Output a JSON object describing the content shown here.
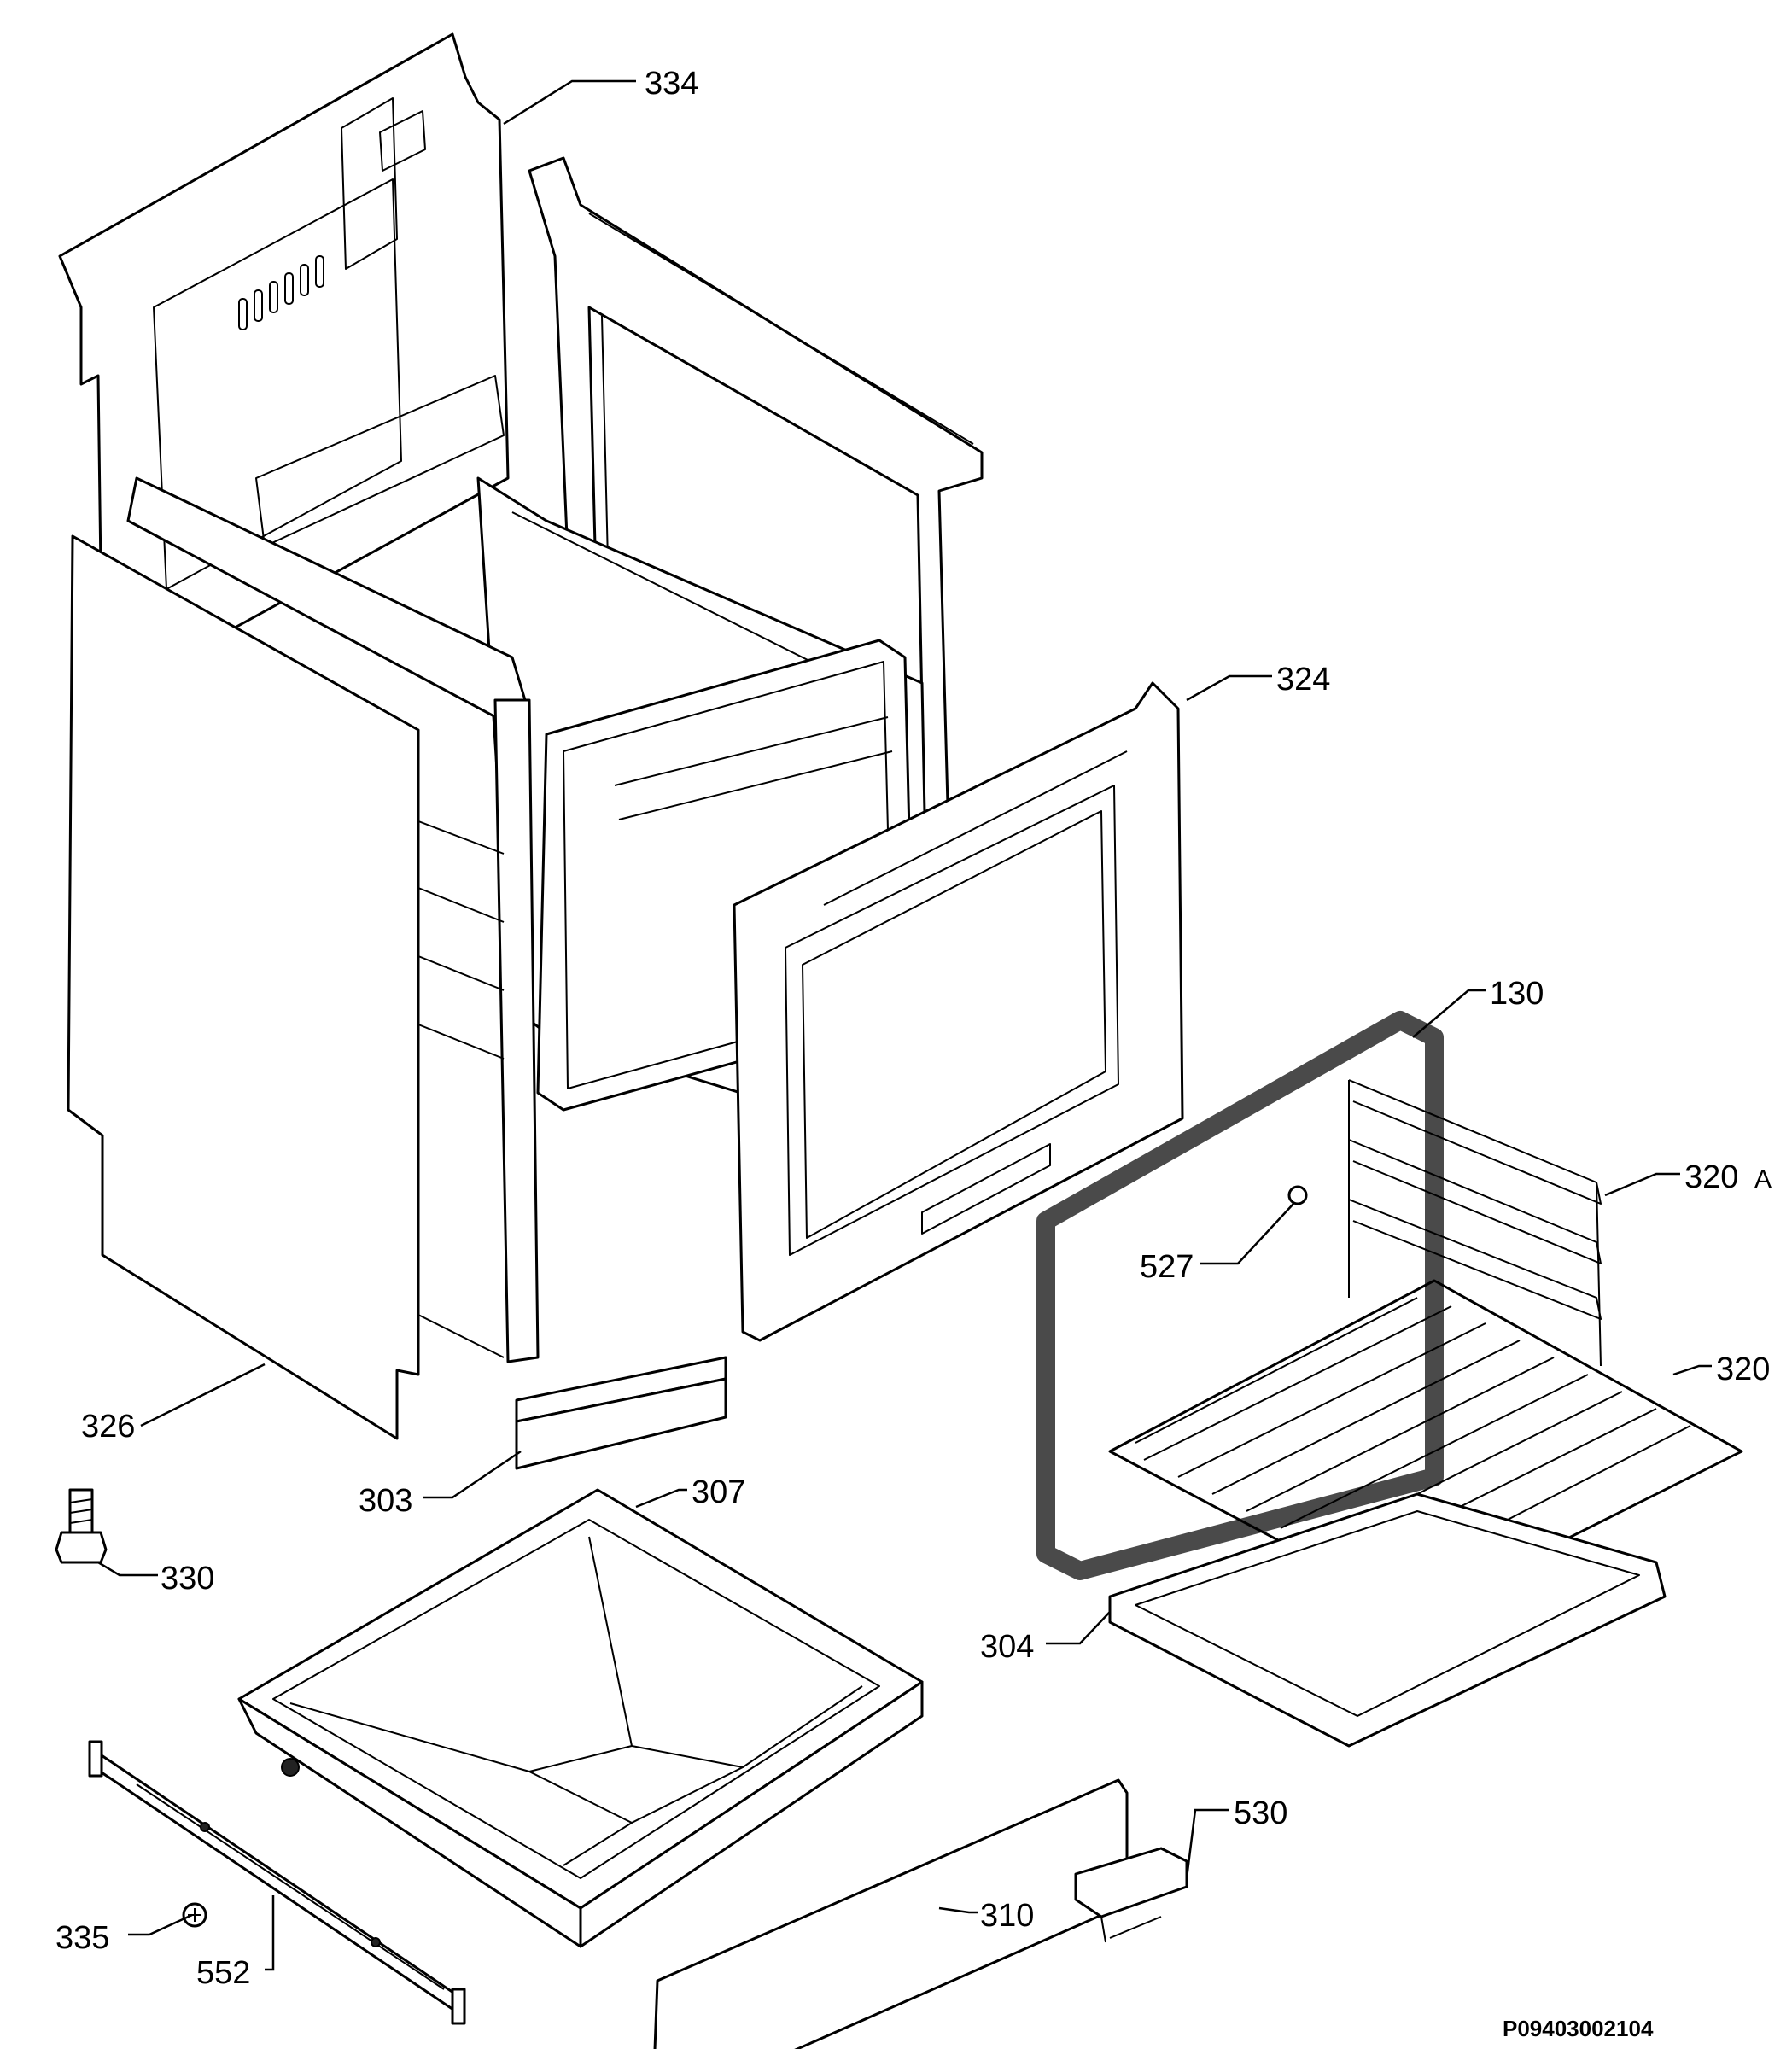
{
  "document_id": "P09403002104",
  "callouts": {
    "c334": "334",
    "c324": "324",
    "c130": "130",
    "c320a": "320",
    "c320a_suffix": "A",
    "c527": "527",
    "c320": "320",
    "c326": "326",
    "c303": "303",
    "c307": "307",
    "c330": "330",
    "c304": "304",
    "c530": "530",
    "c335": "335",
    "c310": "310",
    "c552": "552"
  },
  "parts": [
    {
      "id": "334",
      "icon": "cabinet-frame"
    },
    {
      "id": "324",
      "icon": "oven-front-frame"
    },
    {
      "id": "130",
      "icon": "door-gasket"
    },
    {
      "id": "320A",
      "icon": "side-rack"
    },
    {
      "id": "527",
      "icon": "screw"
    },
    {
      "id": "320",
      "icon": "wire-shelf"
    },
    {
      "id": "326",
      "icon": "side-panel"
    },
    {
      "id": "303",
      "icon": "insulation-strip"
    },
    {
      "id": "307",
      "icon": "storage-drawer"
    },
    {
      "id": "330",
      "icon": "leveling-foot"
    },
    {
      "id": "304",
      "icon": "baking-tray"
    },
    {
      "id": "530",
      "icon": "drawer-handle"
    },
    {
      "id": "335",
      "icon": "screw"
    },
    {
      "id": "310",
      "icon": "drawer-front-panel"
    },
    {
      "id": "552",
      "icon": "drawer-rail"
    }
  ]
}
